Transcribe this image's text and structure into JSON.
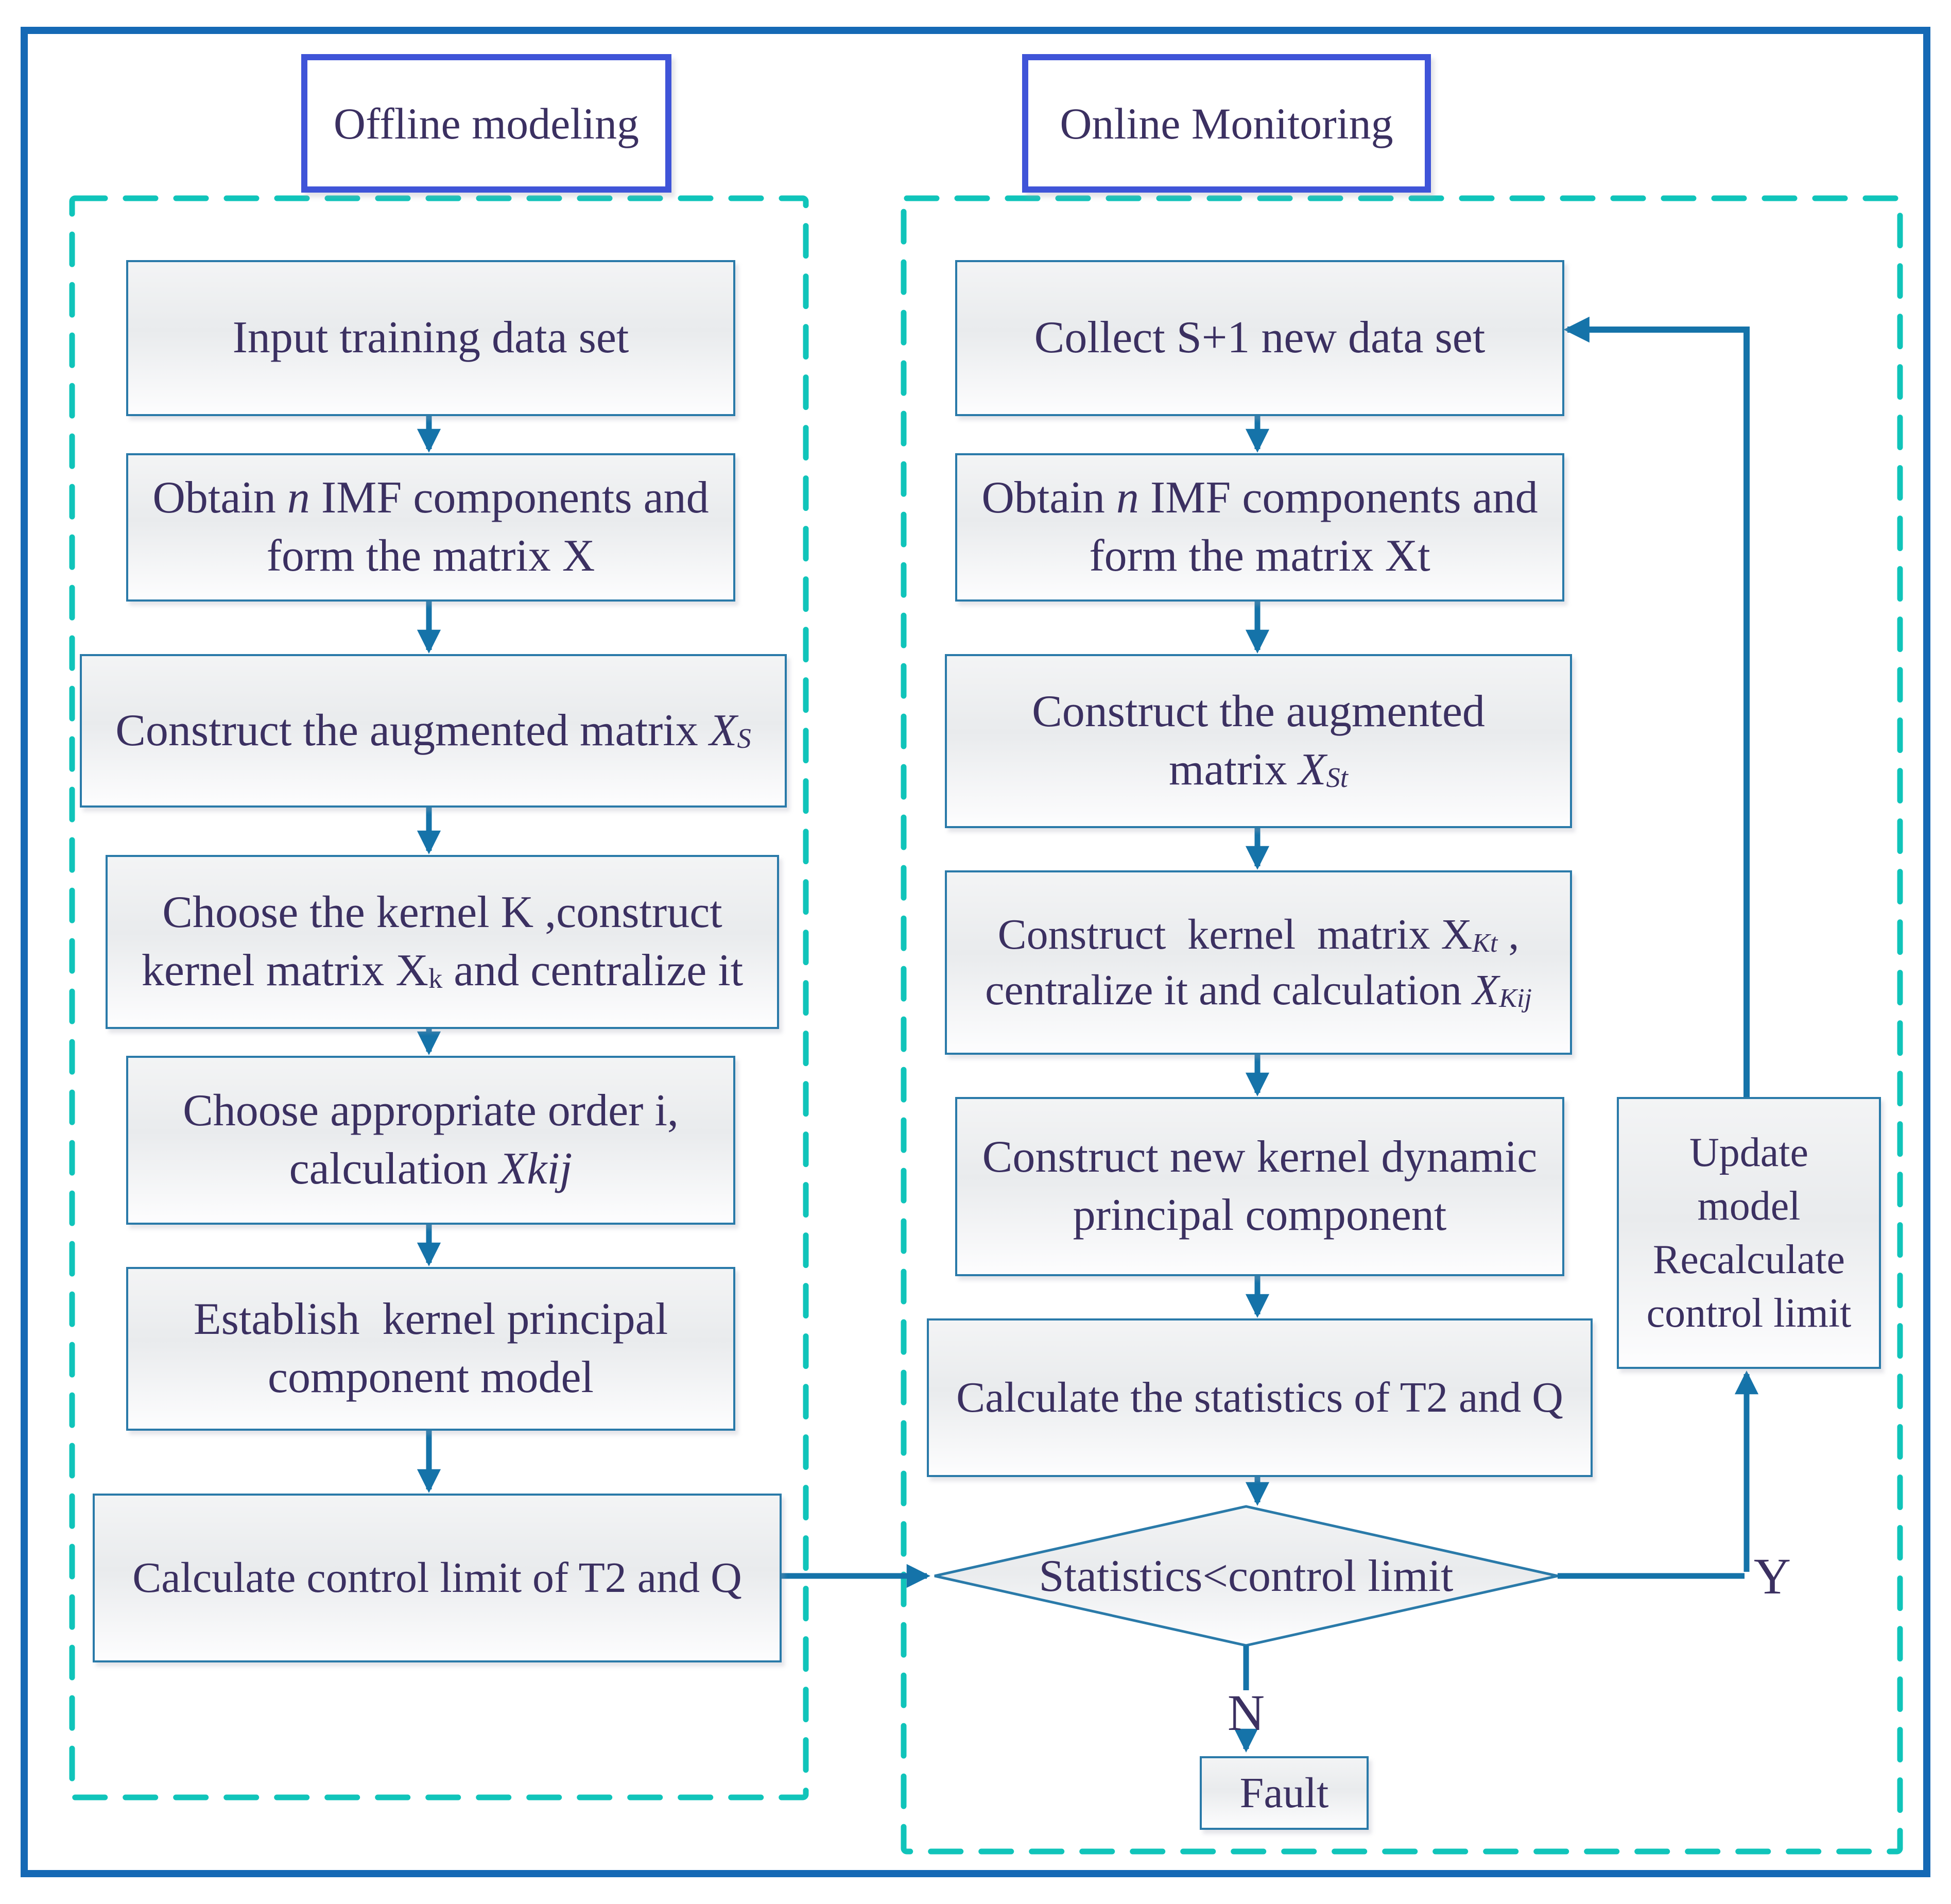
{
  "diagram": {
    "titles": {
      "offline": "Offline modeling",
      "online": "Online Monitoring"
    },
    "labels": {
      "yes": "Y",
      "no": "N"
    },
    "boxes": {
      "l1": {
        "lines": [
          [
            {
              "t": "Input training data set"
            }
          ]
        ]
      },
      "l2": {
        "lines": [
          [
            {
              "t": "Obtain "
            },
            {
              "t": "n",
              "i": true
            },
            {
              "t": " IMF components and"
            }
          ],
          [
            {
              "t": "form the matrix X"
            }
          ]
        ]
      },
      "l3": {
        "lines": [
          [
            {
              "t": "Construct the augmented matrix "
            },
            {
              "t": "X",
              "i": true
            },
            {
              "t": "S",
              "i": true,
              "s": true
            }
          ]
        ]
      },
      "l4": {
        "lines": [
          [
            {
              "t": "Choose the kernel K ,construct"
            }
          ],
          [
            {
              "t": "kernel matrix X"
            },
            {
              "t": "k",
              "s": true
            },
            {
              "t": " and centralize it"
            }
          ]
        ]
      },
      "l5": {
        "lines": [
          [
            {
              "t": "Choose appropriate order i,"
            }
          ],
          [
            {
              "t": "calculation "
            },
            {
              "t": "Xkij",
              "i": true
            }
          ]
        ]
      },
      "l6": {
        "lines": [
          [
            {
              "t": "Establish  kernel principal"
            }
          ],
          [
            {
              "t": "component model"
            }
          ]
        ]
      },
      "l7": {
        "lines": [
          [
            {
              "t": "Calculate control limit of T2 and Q"
            }
          ]
        ]
      },
      "r1": {
        "lines": [
          [
            {
              "t": "Collect S+1 new data set"
            }
          ]
        ]
      },
      "r2": {
        "lines": [
          [
            {
              "t": "Obtain "
            },
            {
              "t": "n",
              "i": true
            },
            {
              "t": " IMF components and"
            }
          ],
          [
            {
              "t": "form the matrix Xt"
            }
          ]
        ]
      },
      "r3": {
        "lines": [
          [
            {
              "t": "Construct the augmented"
            }
          ],
          [
            {
              "t": "matrix "
            },
            {
              "t": "X",
              "i": true
            },
            {
              "t": "St",
              "i": true,
              "s": true
            }
          ]
        ]
      },
      "r4": {
        "lines": [
          [
            {
              "t": "Construct  kernel  matrix X"
            },
            {
              "t": "Kt",
              "i": true,
              "s": true
            },
            {
              "t": " ,"
            }
          ],
          [
            {
              "t": "centralize it and calculation "
            },
            {
              "t": "X",
              "i": true
            },
            {
              "t": "Kij",
              "i": true,
              "s": true
            }
          ]
        ]
      },
      "r5": {
        "lines": [
          [
            {
              "t": "Construct new kernel dynamic"
            }
          ],
          [
            {
              "t": "principal component"
            }
          ]
        ]
      },
      "r6": {
        "lines": [
          [
            {
              "t": "Calculate the statistics of T2 and Q"
            }
          ]
        ]
      },
      "decision": {
        "lines": [
          [
            {
              "t": "Statistics<control limit"
            }
          ]
        ]
      },
      "fault": {
        "lines": [
          [
            {
              "t": "Fault"
            }
          ]
        ]
      },
      "update": {
        "lines": [
          [
            {
              "t": "Update"
            }
          ],
          [
            {
              "t": "model"
            }
          ],
          [
            {
              "t": "Recalculate"
            }
          ],
          [
            {
              "t": "control limit"
            }
          ]
        ]
      }
    },
    "decision_text": "Statistics<control limit",
    "colors": {
      "outer_border": "#1569b5",
      "title_border": "#3f54d8",
      "dashed_region": "#10c4ba",
      "box_border": "#2a7aa9",
      "box_fill_top": "#f3f4f5",
      "box_fill_mid": "#e9ebed",
      "box_fill_bottom": "#fdfdfe",
      "arrow": "#1573a9",
      "text": "#3b3061"
    }
  }
}
